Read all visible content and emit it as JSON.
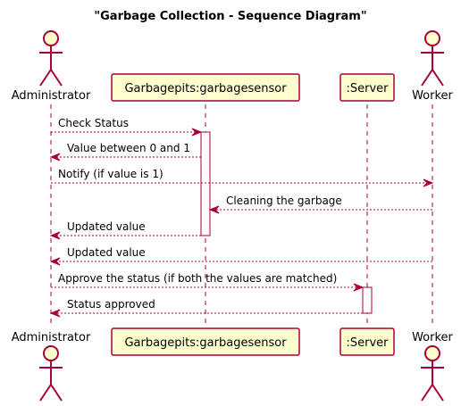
{
  "title": "\"Garbage Collection - Sequence Diagram\"",
  "colors": {
    "line": "#a80036",
    "box_fill": "#fefece",
    "activation_fill": "#ffffff"
  },
  "participants": [
    {
      "id": "admin",
      "kind": "actor",
      "label": "Administrator"
    },
    {
      "id": "sensor",
      "kind": "participant",
      "label": "Garbagepits:garbagesensor"
    },
    {
      "id": "server",
      "kind": "participant",
      "label": ":Server"
    },
    {
      "id": "worker",
      "kind": "actor",
      "label": "Worker"
    }
  ],
  "messages": [
    {
      "from": "admin",
      "to": "sensor",
      "text": "Check Status"
    },
    {
      "from": "sensor",
      "to": "admin",
      "text": "Value between 0 and 1"
    },
    {
      "from": "admin",
      "to": "worker",
      "text": "Notify (if value is 1)"
    },
    {
      "from": "worker",
      "to": "sensor",
      "text": "Cleaning the garbage"
    },
    {
      "from": "sensor",
      "to": "admin",
      "text": "Updated value"
    },
    {
      "from": "worker",
      "to": "admin",
      "text": "Updated value"
    },
    {
      "from": "admin",
      "to": "server",
      "text": "Approve the status (if both the values are matched)"
    },
    {
      "from": "server",
      "to": "admin",
      "text": "Status approved"
    }
  ]
}
